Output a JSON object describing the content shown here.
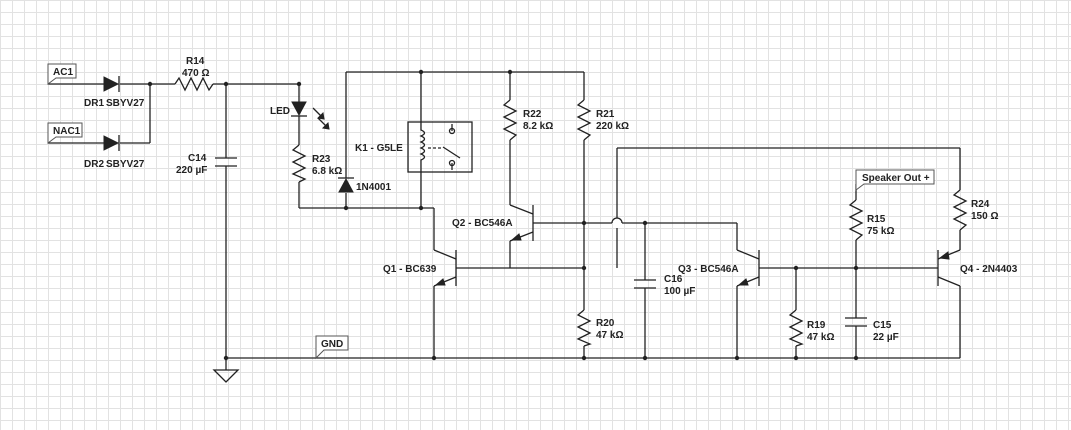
{
  "ports": {
    "ac1": "AC1",
    "nac1": "NAC1",
    "gnd": "GND",
    "speaker": "Speaker Out +"
  },
  "components": {
    "dr1": {
      "name": "DR1",
      "value": "SBYV27"
    },
    "dr2": {
      "name": "DR2",
      "value": "SBYV27"
    },
    "r14": {
      "name": "R14",
      "value": "470 Ω"
    },
    "c14": {
      "name": "C14",
      "value": "220 µF"
    },
    "led": {
      "name": "LED"
    },
    "r23": {
      "name": "R23",
      "value": "6.8 kΩ"
    },
    "d1n4001": {
      "name": "1N4001"
    },
    "k1": {
      "name": "K1 - G5LE"
    },
    "r22": {
      "name": "R22",
      "value": "8.2 kΩ"
    },
    "r21": {
      "name": "R21",
      "value": "220 kΩ"
    },
    "q2": {
      "name": "Q2 - BC546A"
    },
    "q1": {
      "name": "Q1 - BC639"
    },
    "c16": {
      "name": "C16",
      "value": "100 µF"
    },
    "r20": {
      "name": "R20",
      "value": "47 kΩ"
    },
    "q3": {
      "name": "Q3 - BC546A"
    },
    "r19": {
      "name": "R19",
      "value": "47 kΩ"
    },
    "r15": {
      "name": "R15",
      "value": "75 kΩ"
    },
    "c15": {
      "name": "C15",
      "value": "22 µF"
    },
    "r24": {
      "name": "R24",
      "value": "150 Ω"
    },
    "q4": {
      "name": "Q4 - 2N4403"
    }
  }
}
